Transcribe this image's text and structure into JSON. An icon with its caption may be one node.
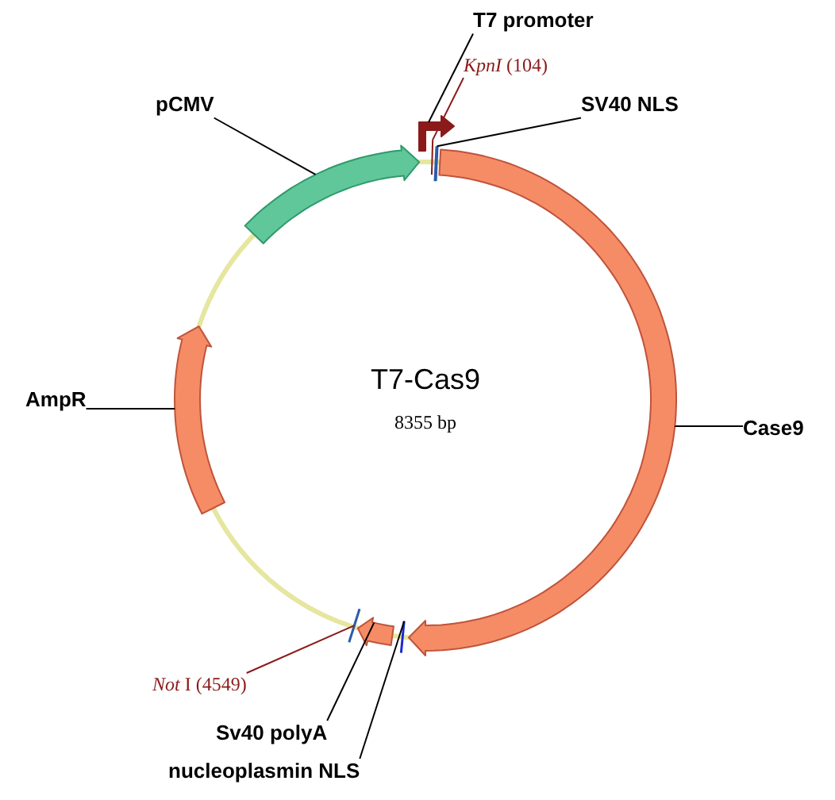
{
  "diagram": {
    "nodes": [
      {
        "text": [
          "T7 promoter"
        ]
      },
      {
        "text": [
          "*KpnI* (104)"
        ]
      },
      {
        "text": [
          "SV40 NLS"
        ]
      },
      {
        "text": [
          "pCMV"
        ]
      },
      {
        "text": [
          "AmpR"
        ]
      },
      {
        "text": [
          "Case9"
        ]
      },
      {
        "text": [
          "*Not* I (4549)"
        ]
      },
      {
        "text": [
          "Sv40 polyA"
        ]
      },
      {
        "text": [
          "nucleoplasmin NLS"
        ]
      },
      {
        "text": [],
        "shape": "arrow"
      },
      {
        "text": [],
        "shape": "bar"
      },
      {
        "text": [],
        "shape": "bar"
      },
      {
        "text": [],
        "shape": "arrow"
      },
      {
        "text": [],
        "shape": "arrow"
      },
      {
        "text": [],
        "shape": "arrow"
      },
      {
        "text": [],
        "shape": "bar"
      },
      {
        "text": [],
        "shape": "arrow"
      },
      {
        "text": [],
        "shape": "bar"
      }
    ],
    "edges": [
      {
        "from": 0,
        "to": 9,
        "arrow": "none"
      },
      {
        "from": 1,
        "to": 10,
        "arrow": "none",
        "color": "#8b1a1a"
      },
      {
        "from": 2,
        "to": 11,
        "arrow": "none"
      },
      {
        "from": 3,
        "to": 12,
        "arrow": "none"
      },
      {
        "from": 4,
        "to": 13,
        "arrow": "none"
      },
      {
        "from": 5,
        "to": 14,
        "arrow": "none"
      },
      {
        "from": 6,
        "to": 15,
        "arrow": "none",
        "color": "#8b1a1a"
      },
      {
        "from": 7,
        "to": 16,
        "arrow": "none"
      },
      {
        "from": 8,
        "to": 17,
        "arrow": "none"
      }
    ],
    "labels": [
      "T7-Cas9",
      "8355 bp"
    ]
  }
}
